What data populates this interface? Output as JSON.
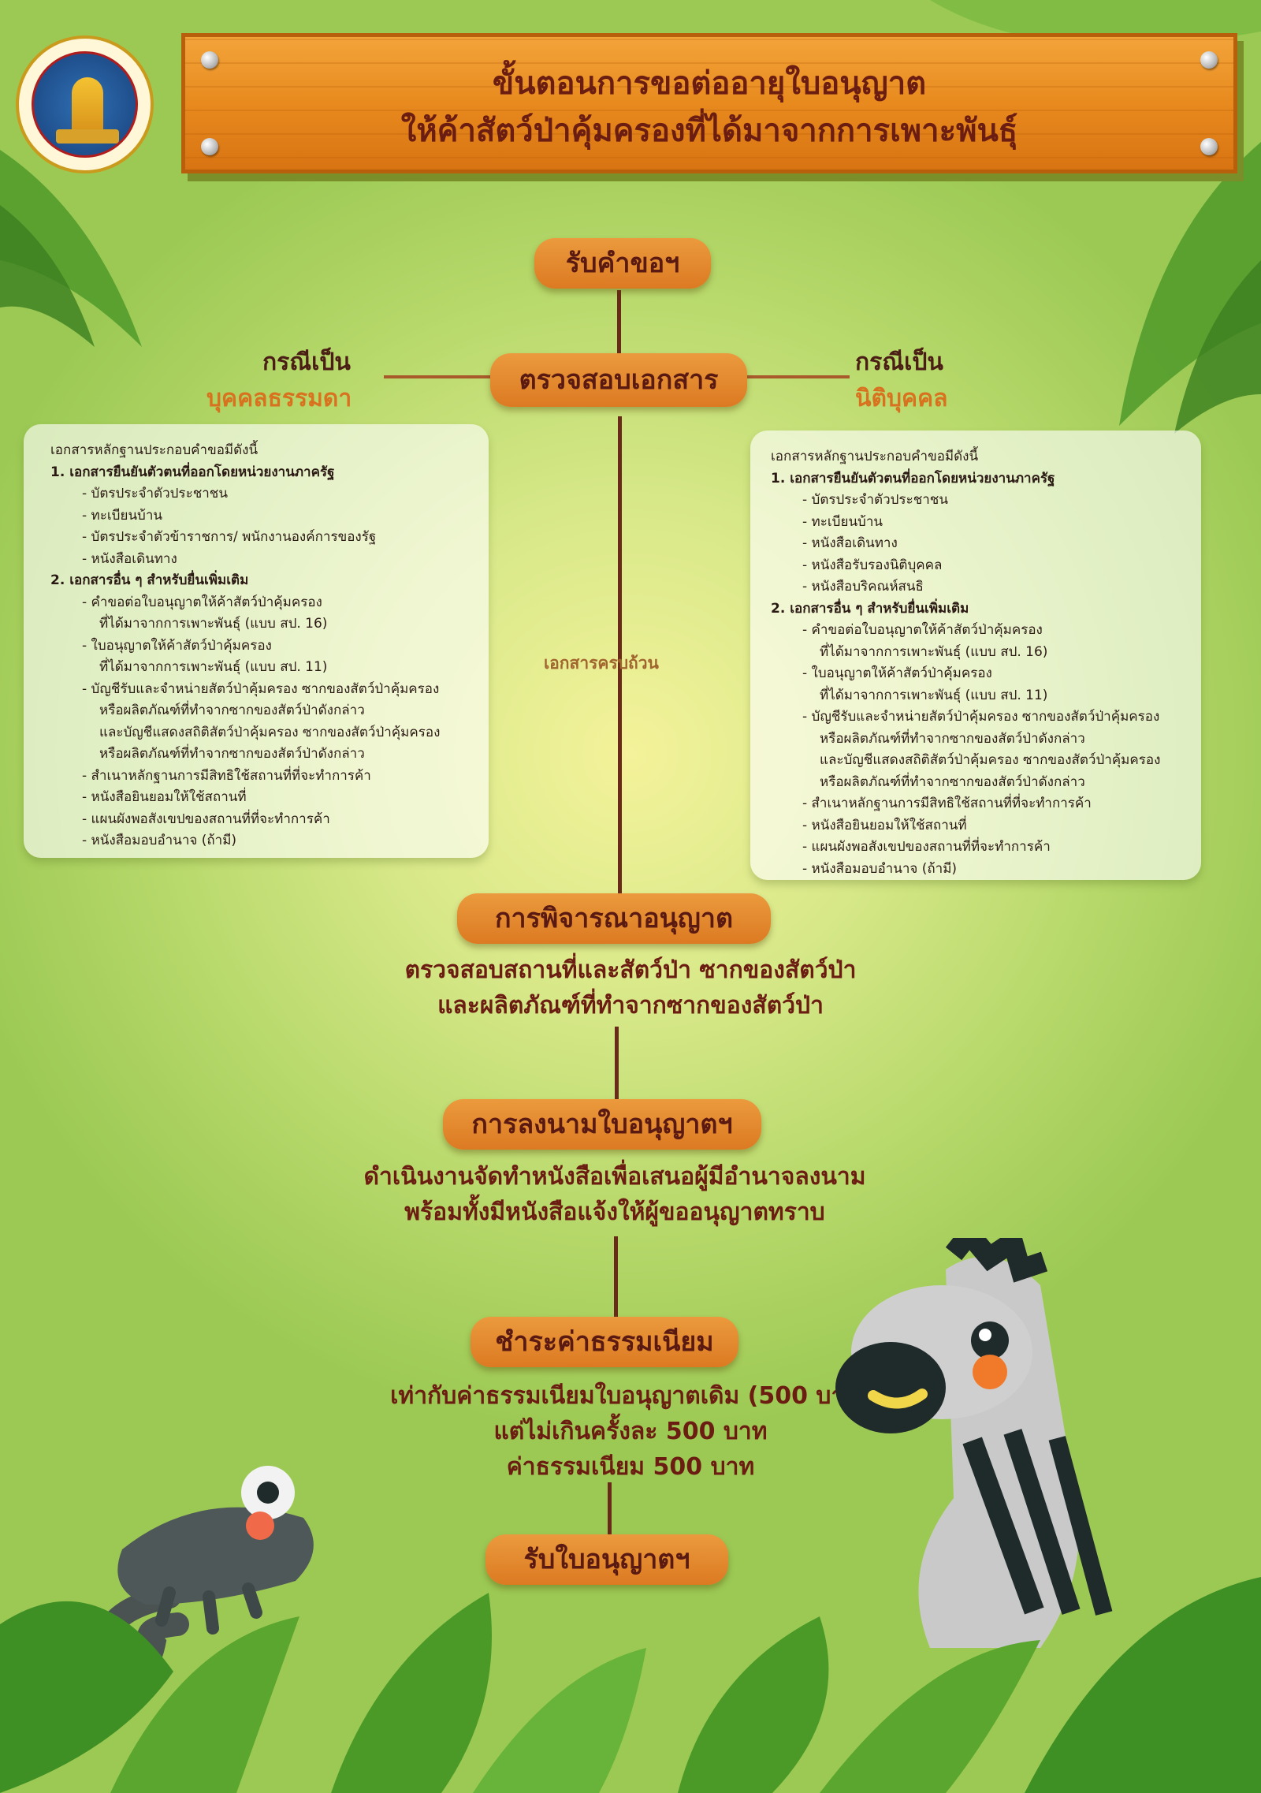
{
  "title": {
    "line1": "ขั้นตอนการขอต่ออายุใบอนุญาต",
    "line2": "ให้ค้าสัตว์ป่าคุ้มครองที่ได้มาจากการเพาะพันธุ์"
  },
  "steps": {
    "receive": "รับคำขอฯ",
    "check": "ตรวจสอบเอกสาร",
    "consider": "การพิจารณาอนุญาต",
    "sign": "การลงนามใบอนุญาตฯ",
    "fee": "ชำระค่าธรรมเนียม",
    "get": "รับใบอนุญาตฯ"
  },
  "cases": {
    "person": {
      "title": "กรณีเป็น",
      "subtitle": "บุคคลธรรมดา"
    },
    "juristic": {
      "title": "กรณีเป็น",
      "subtitle": "นิติบุคคล"
    }
  },
  "complete_label": "เอกสารครบถ้วน",
  "person_docs": [
    {
      "t": "head",
      "text": "เอกสารหลักฐานประกอบคำขอมีดังนี้"
    },
    {
      "t": "num",
      "text": "1. เอกสารยืนยันตัวตนที่ออกโดยหน่วยงานภาครัฐ"
    },
    {
      "t": "dash",
      "text": "- บัตรประจำตัวประชาชน"
    },
    {
      "t": "dash",
      "text": "- ทะเบียนบ้าน"
    },
    {
      "t": "dash",
      "text": "- บัตรประจำตัวข้าราชการ/ พนักงานองค์การของรัฐ"
    },
    {
      "t": "dash",
      "text": "- หนังสือเดินทาง"
    },
    {
      "t": "num",
      "text": "2. เอกสารอื่น ๆ สำหรับยื่นเพิ่มเติม"
    },
    {
      "t": "dash",
      "text": "- คำขอต่อใบอนุญาตให้ค้าสัตว์ป่าคุ้มครอง"
    },
    {
      "t": "cont",
      "text": "ที่ได้มาจากการเพาะพันธุ์ (แบบ สป. 16)"
    },
    {
      "t": "dash",
      "text": "- ใบอนุญาตให้ค้าสัตว์ป่าคุ้มครอง"
    },
    {
      "t": "cont",
      "text": "ที่ได้มาจากการเพาะพันธุ์ (แบบ สป. 11)"
    },
    {
      "t": "dash",
      "text": "- บัญชีรับและจำหน่ายสัตว์ป่าคุ้มครอง ซากของสัตว์ป่าคุ้มครอง"
    },
    {
      "t": "cont",
      "text": "หรือผลิตภัณฑ์ที่ทำจากซากของสัตว์ป่าดังกล่าว"
    },
    {
      "t": "cont",
      "text": "และบัญชีแสดงสถิติสัตว์ป่าคุ้มครอง ซากของสัตว์ป่าคุ้มครอง"
    },
    {
      "t": "cont",
      "text": "หรือผลิตภัณฑ์ที่ทำจากซากของสัตว์ป่าดังกล่าว"
    },
    {
      "t": "dash",
      "text": "- สำเนาหลักฐานการมีสิทธิใช้สถานที่ที่จะทำการค้า"
    },
    {
      "t": "dash",
      "text": "- หนังสือยินยอมให้ใช้สถานที่"
    },
    {
      "t": "dash",
      "text": "- แผนผังพอสังเขปของสถานที่ที่จะทำการค้า"
    },
    {
      "t": "dash",
      "text": "- หนังสือมอบอำนาจ (ถ้ามี)"
    }
  ],
  "juristic_docs": [
    {
      "t": "head",
      "text": "เอกสารหลักฐานประกอบคำขอมีดังนี้"
    },
    {
      "t": "num",
      "text": "1. เอกสารยืนยันตัวตนที่ออกโดยหน่วยงานภาครัฐ"
    },
    {
      "t": "dash",
      "text": "- บัตรประจำตัวประชาชน"
    },
    {
      "t": "dash",
      "text": "- ทะเบียนบ้าน"
    },
    {
      "t": "dash",
      "text": "- หนังสือเดินทาง"
    },
    {
      "t": "dash",
      "text": "- หนังสือรับรองนิติบุคคล"
    },
    {
      "t": "dash",
      "text": "- หนังสือบริคณห์สนธิ"
    },
    {
      "t": "num",
      "text": "2. เอกสารอื่น ๆ สำหรับยื่นเพิ่มเติม"
    },
    {
      "t": "dash",
      "text": "- คำขอต่อใบอนุญาตให้ค้าสัตว์ป่าคุ้มครอง"
    },
    {
      "t": "cont",
      "text": "ที่ได้มาจากการเพาะพันธุ์ (แบบ สป. 16)"
    },
    {
      "t": "dash",
      "text": "- ใบอนุญาตให้ค้าสัตว์ป่าคุ้มครอง"
    },
    {
      "t": "cont",
      "text": "ที่ได้มาจากการเพาะพันธุ์ (แบบ สป. 11)"
    },
    {
      "t": "dash",
      "text": "- บัญชีรับและจำหน่ายสัตว์ป่าคุ้มครอง ซากของสัตว์ป่าคุ้มครอง"
    },
    {
      "t": "cont",
      "text": "หรือผลิตภัณฑ์ที่ทำจากซากของสัตว์ป่าดังกล่าว"
    },
    {
      "t": "cont",
      "text": "และบัญชีแสดงสถิติสัตว์ป่าคุ้มครอง ซากของสัตว์ป่าคุ้มครอง"
    },
    {
      "t": "cont",
      "text": "หรือผลิตภัณฑ์ที่ทำจากซากของสัตว์ป่าดังกล่าว"
    },
    {
      "t": "dash",
      "text": "- สำเนาหลักฐานการมีสิทธิใช้สถานที่ที่จะทำการค้า"
    },
    {
      "t": "dash",
      "text": "- หนังสือยินยอมให้ใช้สถานที่"
    },
    {
      "t": "dash",
      "text": "- แผนผังพอสังเขปของสถานที่ที่จะทำการค้า"
    },
    {
      "t": "dash",
      "text": "- หนังสือมอบอำนาจ (ถ้ามี)"
    }
  ],
  "consider_desc": {
    "line1": "ตรวจสอบสถานที่และสัตว์ป่า ซากของสัตว์ป่า",
    "line2": "และผลิตภัณฑ์ที่ทำจากซากของสัตว์ป่า"
  },
  "sign_desc": {
    "line1": "ดำเนินงานจัดทำหนังสือเพื่อเสนอผู้มีอำนาจลงนาม",
    "line2": "พร้อมทั้งมีหนังสือแจ้งให้ผู้ขออนุญาตทราบ"
  },
  "fee_desc": {
    "line1": "เท่ากับค่าธรรมเนียมใบอนุญาตเดิม (500 บาท)",
    "line2": "แต่ไม่เกินครั้งละ 500 บาท",
    "line3": "ค่าธรรมเนียม 500 บาท"
  }
}
